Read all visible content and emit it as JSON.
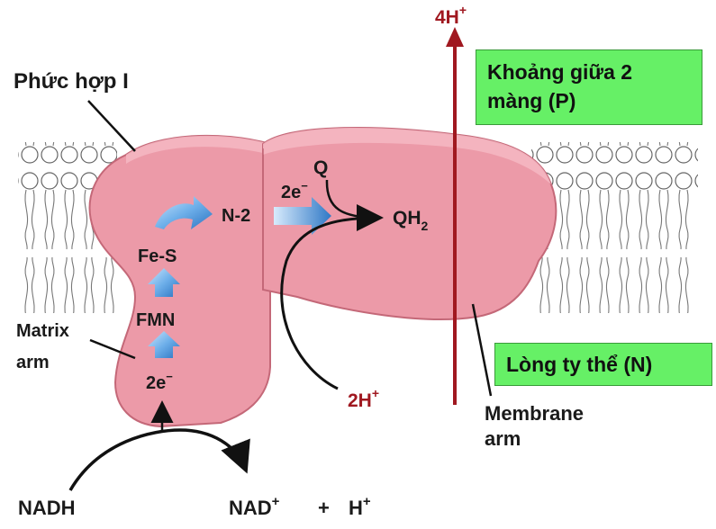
{
  "labels": {
    "complex": "Phức hợp I",
    "matrix_arm_line1": "Matrix",
    "matrix_arm_line2": "arm",
    "membrane_arm_line1": "Membrane",
    "membrane_arm_line2": "arm",
    "fmn": "FMN",
    "fes": "Fe-S",
    "n2": "N-2",
    "e_bottom": "2e",
    "e_top": "2e",
    "e_sup": "−",
    "q": "Q",
    "qh": "QH",
    "qh_sub": "2",
    "h_in": "2H",
    "h_out": "4H",
    "h_sup": "+",
    "nadh": "NADH",
    "nad": "NAD",
    "plus": "+",
    "h": "H"
  },
  "boxes": {
    "intermembrane": "Khoảng giữa 2 màng (P)",
    "matrix": "Lòng ty thể (N)"
  },
  "colors": {
    "protein": "#ec9aa8",
    "protein_edge": "#c46878",
    "arrow_blue": "#3a86d0",
    "proton_red": "#a01820",
    "green_box": "#66f066"
  }
}
